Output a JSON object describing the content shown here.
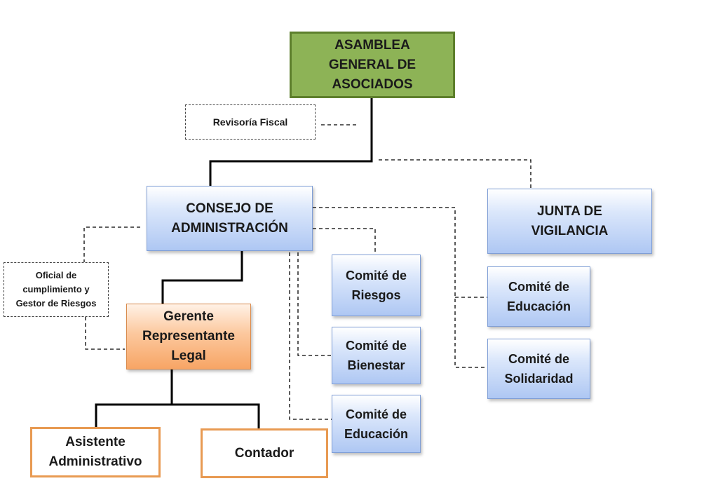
{
  "boxes": {
    "asamblea": "ASAMBLEA\nGENERAL  DE\nASOCIADOS",
    "revisoria": "Revisoría Fiscal",
    "consejo": "CONSEJO DE\nADMINISTRACIÓN",
    "junta": "JUNTA DE\nVIGILANCIA",
    "oficial": "Oficial de\ncumplimiento y\nGestor de Riesgos",
    "gerente": "Gerente\nRepresentante\nLegal",
    "comite_riesgos": "Comité de\nRiesgos",
    "comite_bienestar": "Comité de\nBienestar",
    "comite_educacion_consejo": "Comité de\nEducación",
    "comite_educacion_junta": "Comité de\nEducación",
    "comite_solidaridad": "Comité de\nSolidaridad",
    "asistente": "Asistente\nAdministrativo",
    "contador": "Contador"
  },
  "colors": {
    "assembly_fill": "#8db356",
    "assembly_border": "#5d7f2c",
    "committee_fill": "#aec7f3",
    "manager_fill": "#f7a565",
    "staff_border": "#e89a52",
    "line": "#000000"
  }
}
